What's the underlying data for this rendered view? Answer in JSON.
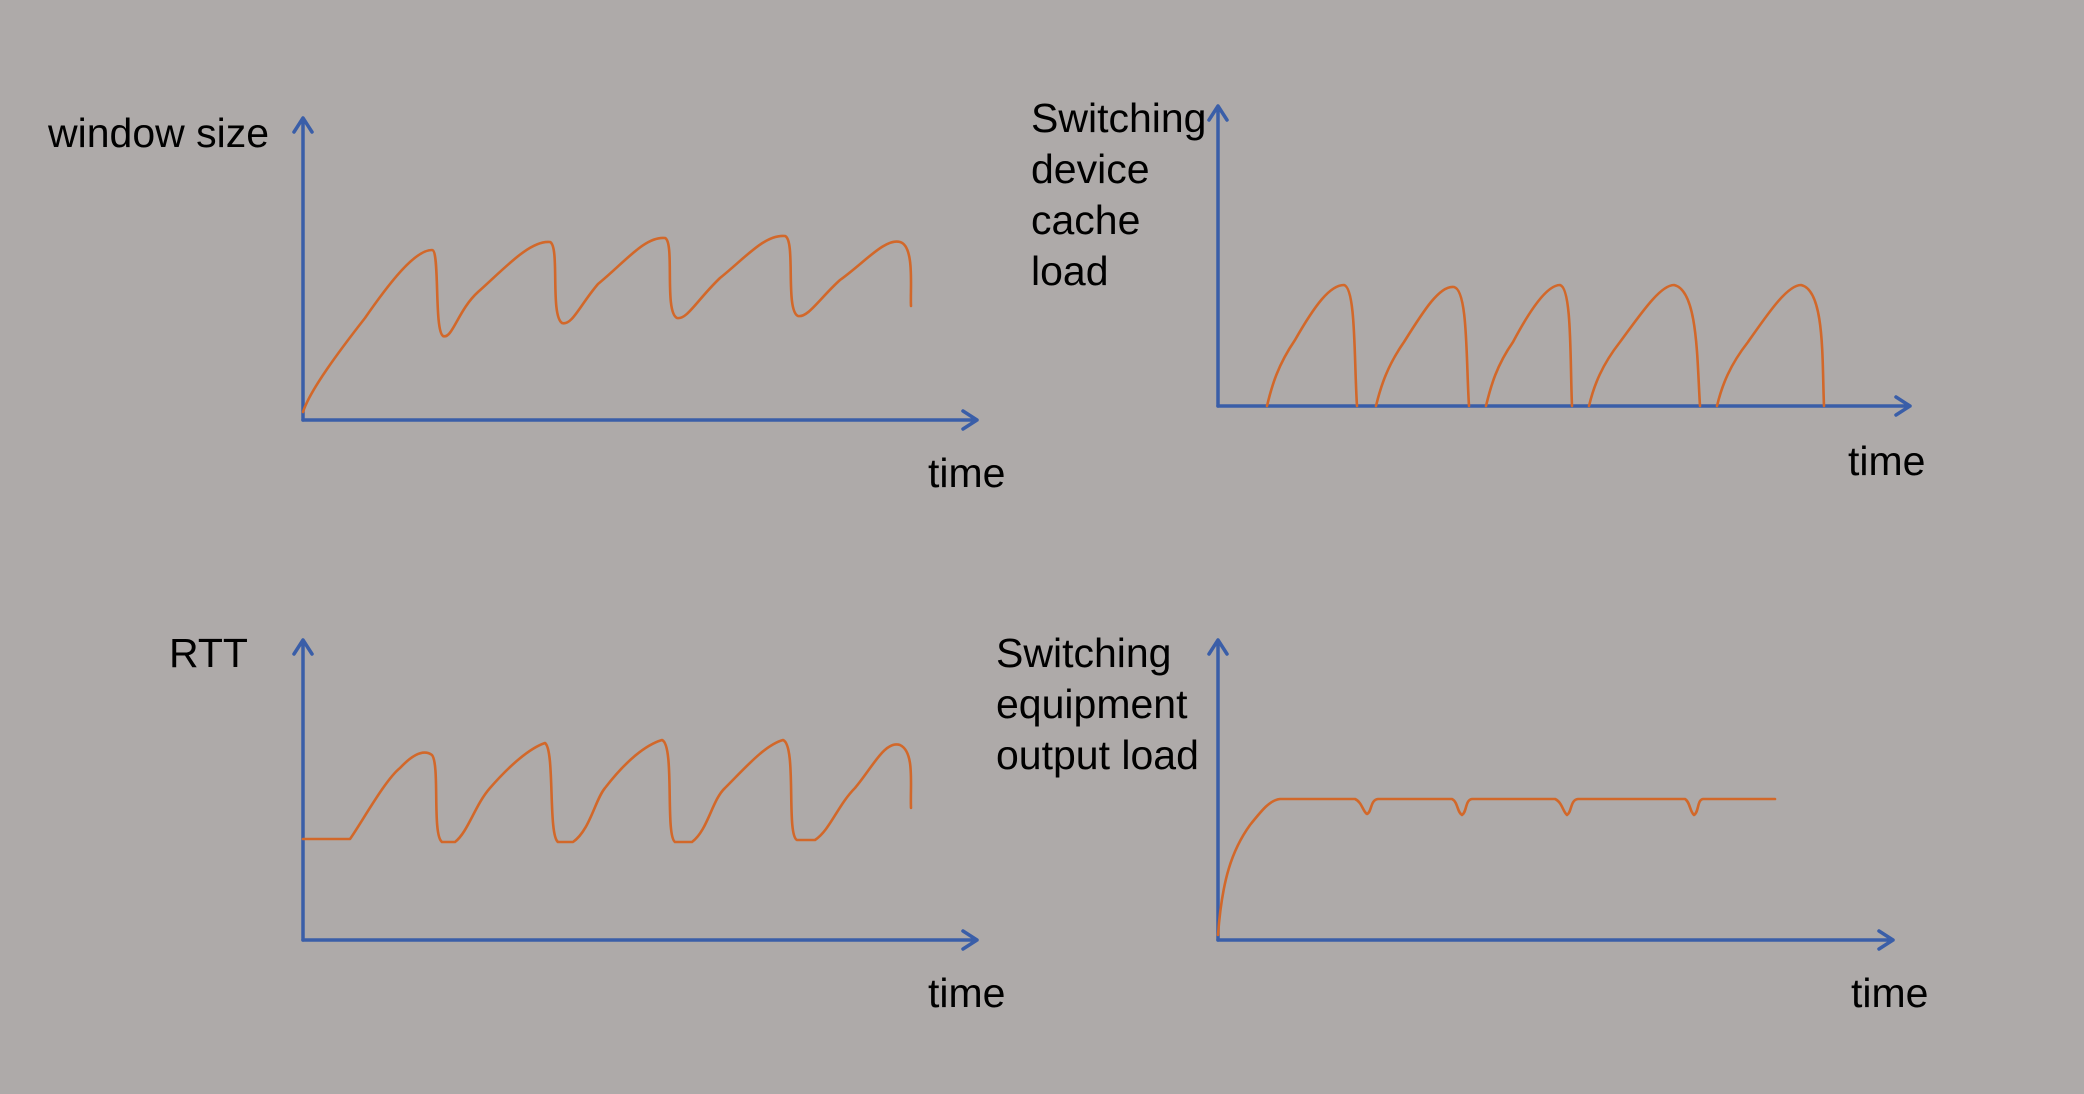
{
  "panels": [
    {
      "y_label": "window size",
      "x_label": "time",
      "colors": {
        "axis": "#3a5ea8",
        "curve": "#d2682a"
      }
    },
    {
      "y_label": "Switching\ndevice\ncache\nload",
      "x_label": "time",
      "colors": {
        "axis": "#3a5ea8",
        "curve": "#d2682a"
      }
    },
    {
      "y_label": "RTT",
      "x_label": "time",
      "colors": {
        "axis": "#3a5ea8",
        "curve": "#d2682a"
      }
    },
    {
      "y_label": "Switching\nequipment\noutput load",
      "x_label": "time",
      "colors": {
        "axis": "#3a5ea8",
        "curve": "#d2682a"
      }
    }
  ],
  "background": "#aeaaa9"
}
